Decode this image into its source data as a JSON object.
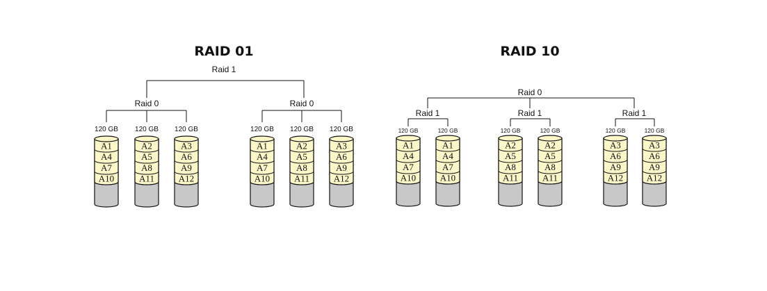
{
  "diagrams": [
    {
      "title": "RAID 01",
      "top": {
        "label": "Raid 1",
        "groups": [
          {
            "label": "Raid 0",
            "disks": [
              {
                "capacity": "120 GB",
                "blocks": [
                  "A1",
                  "A4",
                  "A7",
                  "A10"
                ]
              },
              {
                "capacity": "120 GB",
                "blocks": [
                  "A2",
                  "A5",
                  "A8",
                  "A11"
                ]
              },
              {
                "capacity": "120 GB",
                "blocks": [
                  "A3",
                  "A6",
                  "A9",
                  "A12"
                ]
              }
            ]
          },
          {
            "label": "Raid 0",
            "disks": [
              {
                "capacity": "120 GB",
                "blocks": [
                  "A1",
                  "A4",
                  "A7",
                  "A10"
                ]
              },
              {
                "capacity": "120 GB",
                "blocks": [
                  "A2",
                  "A5",
                  "A8",
                  "A11"
                ]
              },
              {
                "capacity": "120 GB",
                "blocks": [
                  "A3",
                  "A6",
                  "A9",
                  "A12"
                ]
              }
            ]
          }
        ]
      }
    },
    {
      "title": "RAID 10",
      "top": {
        "label": "Raid 0",
        "groups": [
          {
            "label": "Raid 1",
            "disks": [
              {
                "capacity": "120 GB",
                "blocks": [
                  "A1",
                  "A4",
                  "A7",
                  "A10"
                ]
              },
              {
                "capacity": "120 GB",
                "blocks": [
                  "A1",
                  "A4",
                  "A7",
                  "A10"
                ]
              }
            ]
          },
          {
            "label": "Raid 1",
            "disks": [
              {
                "capacity": "120 GB",
                "blocks": [
                  "A2",
                  "A5",
                  "A8",
                  "A11"
                ]
              },
              {
                "capacity": "120 GB",
                "blocks": [
                  "A2",
                  "A5",
                  "A8",
                  "A11"
                ]
              }
            ]
          },
          {
            "label": "Raid 1",
            "disks": [
              {
                "capacity": "120 GB",
                "blocks": [
                  "A3",
                  "A6",
                  "A9",
                  "A12"
                ]
              },
              {
                "capacity": "120 GB",
                "blocks": [
                  "A3",
                  "A6",
                  "A9",
                  "A12"
                ]
              }
            ]
          }
        ]
      }
    }
  ],
  "colors": {
    "line": "#111111",
    "block_fill": "#fbf7c8",
    "empty_fill": "#c8c8c8",
    "background": "#ffffff"
  }
}
